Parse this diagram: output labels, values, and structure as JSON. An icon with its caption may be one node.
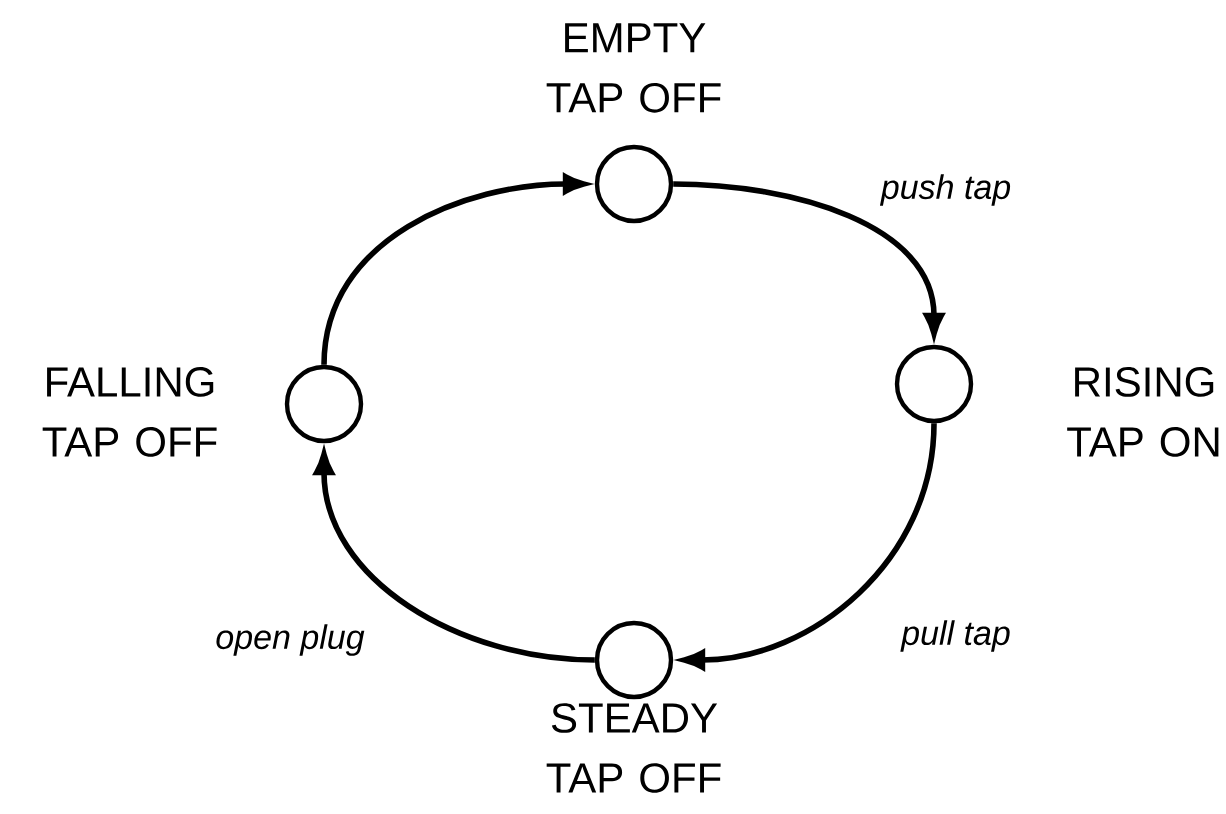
{
  "diagram": {
    "nodes": [
      {
        "text": [
          "EMPTY TAP OFF"
        ]
      },
      {
        "text": [
          "RISING TAP ON"
        ]
      },
      {
        "text": [
          "STEADY TAP OFF"
        ]
      },
      {
        "text": [
          "FALLING TAP OFF"
        ]
      }
    ],
    "edges": [
      {
        "from": 0,
        "to": 1,
        "arrow": "to",
        "label": "push tap"
      },
      {
        "from": 1,
        "to": 2,
        "arrow": "to",
        "label": "pull tap"
      },
      {
        "from": 2,
        "to": 3,
        "arrow": "to",
        "label": "open plug"
      },
      {
        "from": 3,
        "to": 0,
        "arrow": "to"
      }
    ]
  }
}
